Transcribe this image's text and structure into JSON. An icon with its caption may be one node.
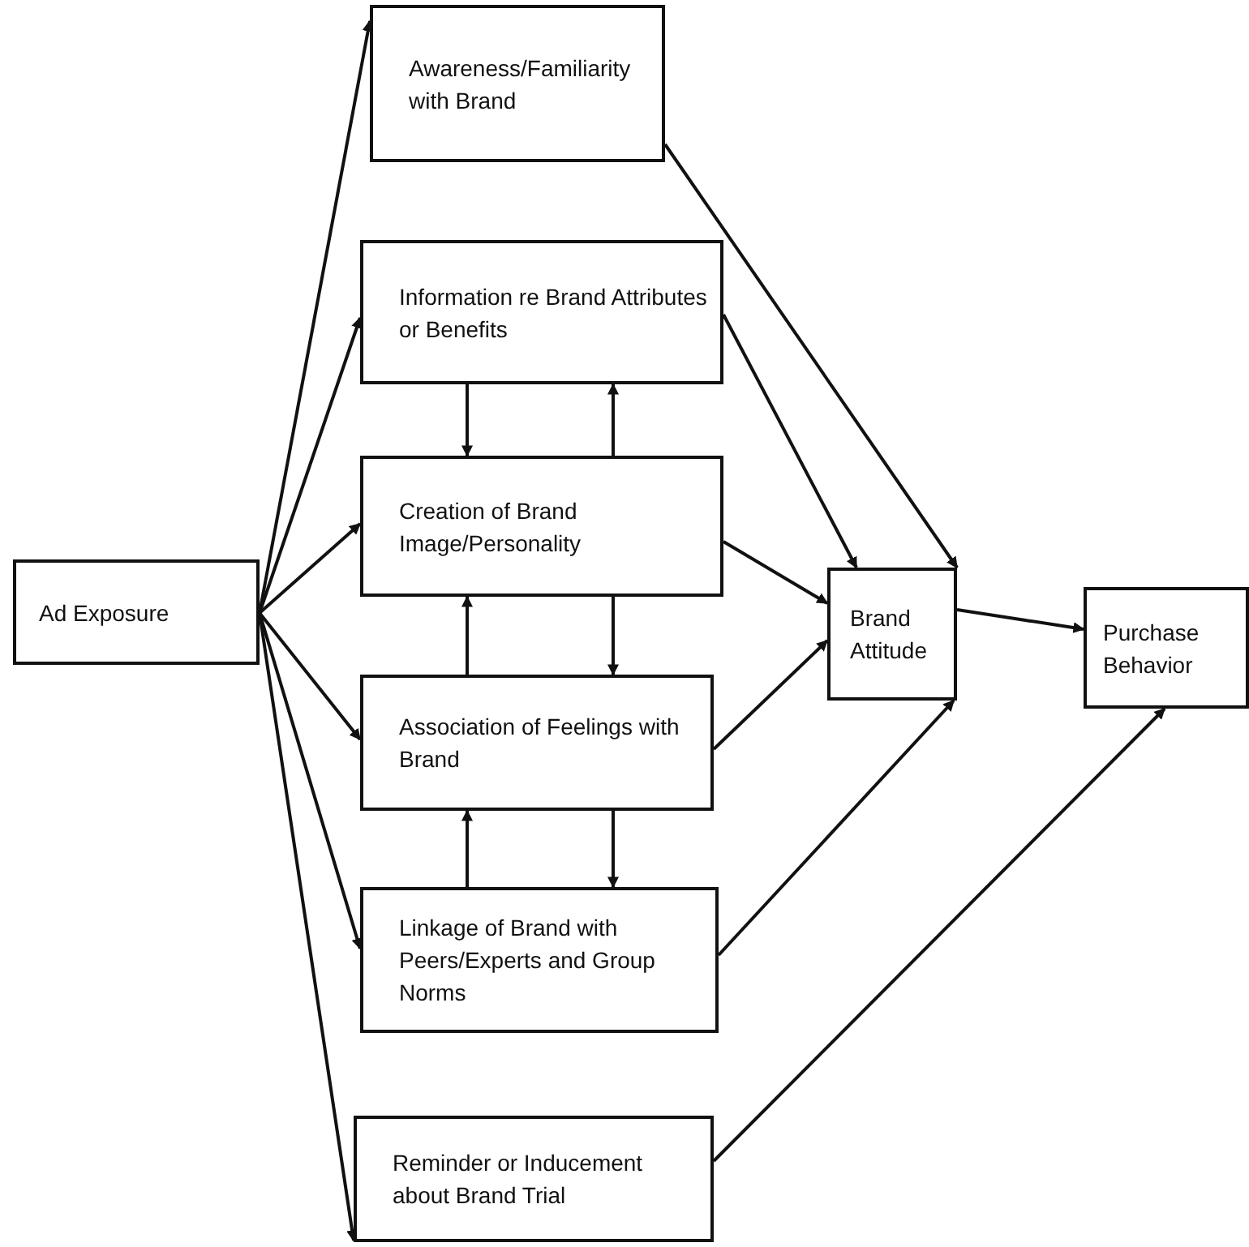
{
  "diagram": {
    "nodes": [
      {
        "text": [
          "Ad Exposure"
        ]
      },
      {
        "text": [
          "Awareness/Familiarity with Brand"
        ]
      },
      {
        "text": [
          "Information re Brand Attributes or Benefits"
        ]
      },
      {
        "text": [
          "Creation of Brand Image/Personality"
        ]
      },
      {
        "text": [
          "Association of Feelings with Brand"
        ]
      },
      {
        "text": [
          "Linkage of Brand with Peers/Experts and Group Norms"
        ]
      },
      {
        "text": [
          "Reminder or Inducement about Brand Trial"
        ]
      },
      {
        "text": [
          "Brand Attitude"
        ]
      },
      {
        "text": [
          "Purchase Behavior"
        ]
      }
    ],
    "edges": [
      {
        "from": 0,
        "to": 1,
        "arrow": "to"
      },
      {
        "from": 0,
        "to": 2,
        "arrow": "to"
      },
      {
        "from": 0,
        "to": 3,
        "arrow": "to"
      },
      {
        "from": 0,
        "to": 4,
        "arrow": "to"
      },
      {
        "from": 0,
        "to": 5,
        "arrow": "to"
      },
      {
        "from": 0,
        "to": 6,
        "arrow": "to"
      },
      {
        "from": 2,
        "to": 3,
        "arrow": "to"
      },
      {
        "from": 3,
        "to": 2,
        "arrow": "to"
      },
      {
        "from": 4,
        "to": 3,
        "arrow": "to"
      },
      {
        "from": 3,
        "to": 4,
        "arrow": "to"
      },
      {
        "from": 5,
        "to": 4,
        "arrow": "to"
      },
      {
        "from": 4,
        "to": 5,
        "arrow": "to"
      },
      {
        "from": 1,
        "to": 7,
        "arrow": "to"
      },
      {
        "from": 2,
        "to": 7,
        "arrow": "to"
      },
      {
        "from": 3,
        "to": 7,
        "arrow": "to"
      },
      {
        "from": 4,
        "to": 7,
        "arrow": "to"
      },
      {
        "from": 5,
        "to": 7,
        "arrow": "to"
      },
      {
        "from": 7,
        "to": 8,
        "arrow": "to"
      },
      {
        "from": 6,
        "to": 8,
        "arrow": "to"
      }
    ]
  }
}
